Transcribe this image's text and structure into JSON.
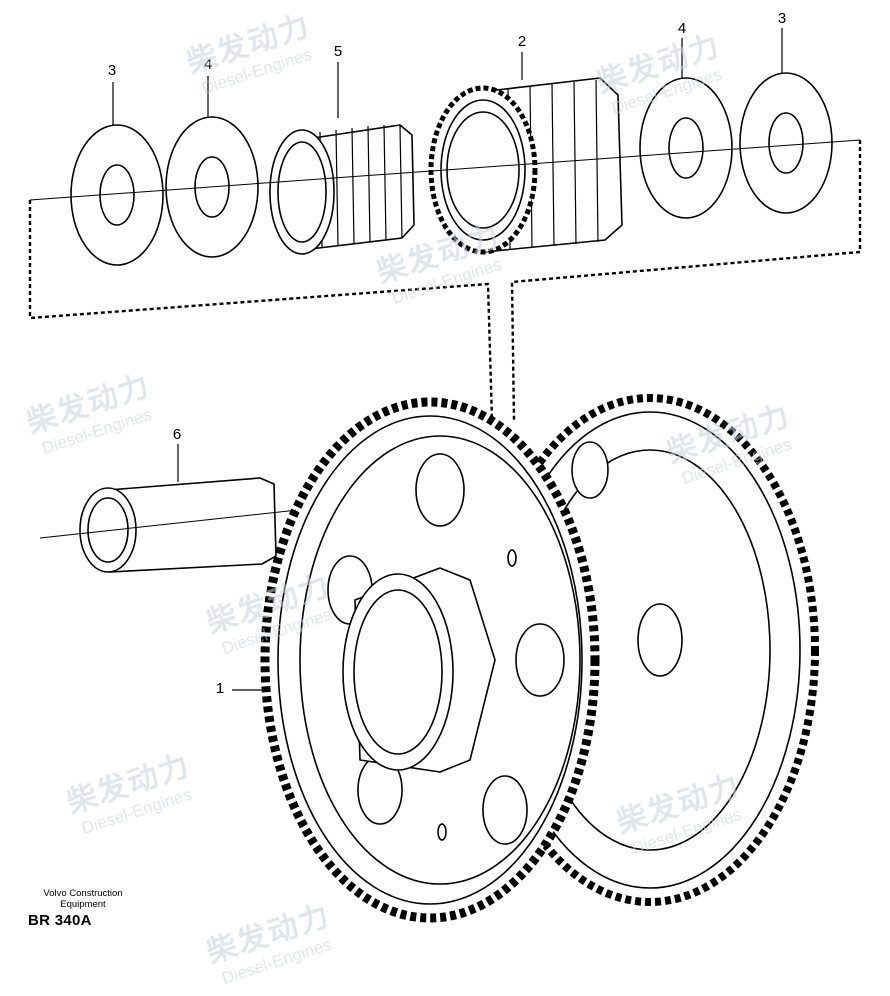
{
  "callouts": {
    "n3a": "3",
    "n4a": "4",
    "n5": "5",
    "n2": "2",
    "n4b": "4",
    "n3b": "3",
    "n6": "6",
    "n1": "1"
  },
  "footer": {
    "publisher": "Volvo Construction Equipment",
    "code": "BR 340A"
  },
  "watermark": {
    "cn": "柴发动力",
    "en": "Diesel-Engines"
  },
  "colors": {
    "line": "#000000",
    "background": "#ffffff",
    "watermark": "#c9d3de"
  }
}
